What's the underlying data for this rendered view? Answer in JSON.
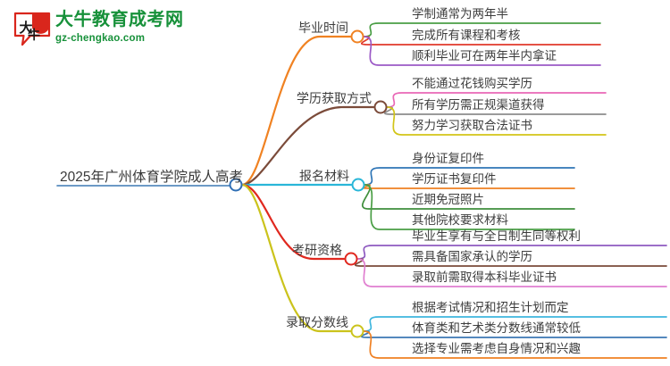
{
  "logo": {
    "name": "daniu-education-logo",
    "title": "大牛教育成考网",
    "subtitle": "gz-chengkao.com",
    "mark_text": "大牛",
    "brand_green": "#17913a",
    "brand_red": "#d9261c"
  },
  "mindmap": {
    "root": {
      "label": "2025年广州体育学院成人高考",
      "connector_color": "#3c78b4",
      "node_color": "#2f6fb5"
    },
    "branches": [
      {
        "label": "毕业时间",
        "color": "#f08222",
        "children": [
          {
            "label": "学制通常为两年半",
            "color": "#4a9e45"
          },
          {
            "label": "完成所有课程和考核",
            "color": "#e0392b"
          },
          {
            "label": "顺利毕业可在两年半内拿证",
            "color": "#9b59c6"
          }
        ]
      },
      {
        "label": "学历获取方式",
        "color": "#7b4b3a",
        "children": [
          {
            "label": "不能通过花钱购买学历",
            "color": "#e968b6"
          },
          {
            "label": "所有学历需正规渠道获得",
            "color": "#8c8c8c"
          },
          {
            "label": "努力学习获取合法证书",
            "color": "#d2c518"
          }
        ]
      },
      {
        "label": "报名材料",
        "color": "#29b6d8",
        "children": [
          {
            "label": "身份证复印件",
            "color": "#2e75b6"
          },
          {
            "label": "学历证书复印件",
            "color": "#ef8022"
          },
          {
            "label": "近期免冠照片",
            "color": "#3f8f3c"
          },
          {
            "label": "其他院校要求材料",
            "color": "#4a9e45"
          }
        ]
      },
      {
        "label": "考研资格",
        "color": "#e0281f",
        "children": [
          {
            "label": "毕业生享有与全日制生同等权利",
            "color": "#8e59c0"
          },
          {
            "label": "需具备国家承认的学历",
            "color": "#7b4b3a"
          },
          {
            "label": "录取前需取得本科毕业证书",
            "color": "#e07fd0"
          }
        ]
      },
      {
        "label": "录取分数线",
        "color": "#cbc31c",
        "children": [
          {
            "label": "根据考试情况和招生计划而定",
            "color": "#3fb6de"
          },
          {
            "label": "体育类和艺术类分数线通常较低",
            "color": "#3c78b4"
          },
          {
            "label": "选择专业需考虑自身情况和兴趣",
            "color": "#ef8022"
          }
        ]
      }
    ]
  }
}
